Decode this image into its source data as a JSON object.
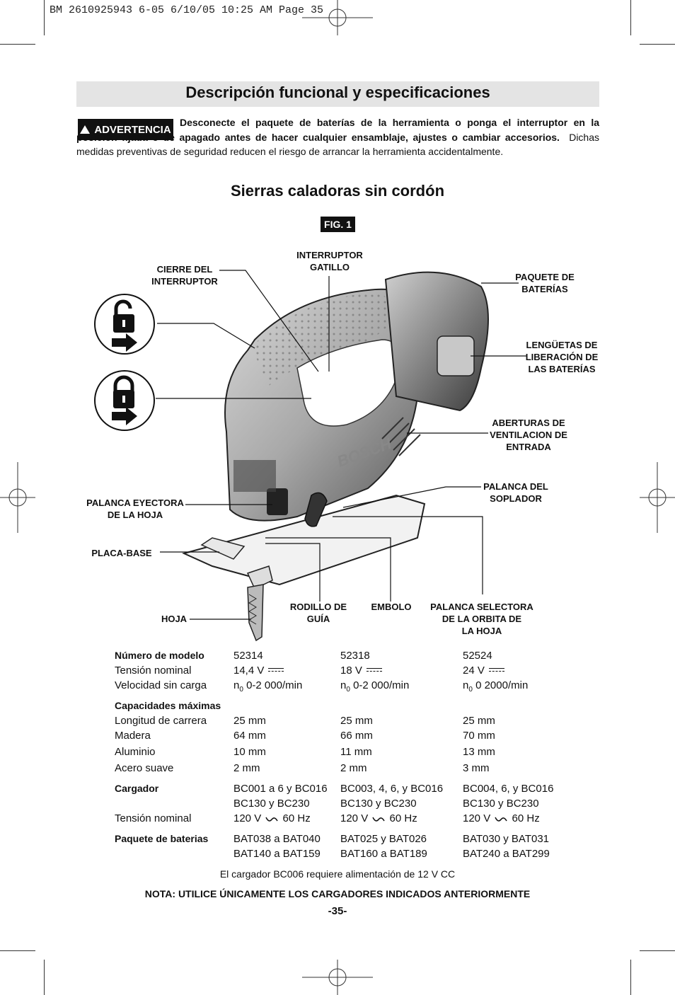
{
  "print_header": "BM 2610925943 6-05  6/10/05  10:25 AM  Page 35",
  "title": "Descripción funcional y especificaciones",
  "warning": {
    "badge": "ADVERTENCIA",
    "bold_text": "Desconecte el paquete de baterías de la herramienta o ponga el interruptor en la posición fijada o de apagado antes de hacer cualquier ensamblaje, ajustes o cambiar accesorios.",
    "text": "Dichas medidas preventivas de seguridad reducen el riesgo de arrancar la herramienta accidentalmente."
  },
  "subtitle": "Sierras caladoras sin cordón",
  "figure": {
    "badge": "FIG. 1",
    "brand": "BOSCH",
    "labels": {
      "cierre_1": "CIERRE DEL",
      "cierre_2": "INTERRUPTOR",
      "interruptor_1": "INTERRUPTOR",
      "interruptor_2": "GATILLO",
      "paquete_1": "PAQUETE DE",
      "paquete_2": "BATERÍAS",
      "lenguetas_1": "LENGÜETAS DE",
      "lenguetas_2": "LIBERACIÓN DE",
      "lenguetas_3": "LAS BATERÍAS",
      "aberturas_1": "ABERTURAS DE",
      "aberturas_2": "VENTILACION DE",
      "aberturas_3": "ENTRADA",
      "palanca_soplador_1": "PALANCA DEL",
      "palanca_soplador_2": "SOPLADOR",
      "palanca_eyectora_1": "PALANCA EYECTORA",
      "palanca_eyectora_2": "DE LA HOJA",
      "placa_base": "PLACA-BASE",
      "hoja": "HOJA",
      "rodillo_1": "RODILLO DE",
      "rodillo_2": "GUÍA",
      "embolo": "EMBOLO",
      "selectora_1": "PALANCA SELECTORA",
      "selectora_2": "DE LA ORBITA DE",
      "selectora_3": "LA HOJA"
    }
  },
  "specs": {
    "rows": [
      {
        "label": "Número de modelo",
        "v1": "52314",
        "v2": "52318",
        "v3": "52524"
      },
      {
        "label": "Tensión nominal",
        "v1": "14,4 V",
        "v2": "18 V",
        "v3": "24 V"
      },
      {
        "label": "Velocidad sin carga",
        "n": "n",
        "sub": "0",
        "v1": "0-2 000/min",
        "v2": "0-2 000/min",
        "v3": "0 2000/min"
      },
      {
        "label": "Capacidades máximas"
      },
      {
        "label": "Longitud de carrera",
        "v1": "25 mm",
        "v2": "25 mm",
        "v3": "25 mm"
      },
      {
        "label": "Madera",
        "v1": "64 mm",
        "v2": "66 mm",
        "v3": "70 mm"
      },
      {
        "label": "Aluminio",
        "v1": "10 mm",
        "v2": "11 mm",
        "v3": "13 mm"
      },
      {
        "label": "Acero suave",
        "v1": "2 mm",
        "v2": "2 mm",
        "v3": "3 mm"
      },
      {
        "label": "Cargador",
        "v1": "BC001 a 6 y BC016",
        "v2": "BC003, 4, 6, y BC016",
        "v3": "BC004, 6, y BC016"
      },
      {
        "v1": "BC130 y BC230",
        "v2": "BC130 y BC230",
        "v3": "BC130 y BC230"
      },
      {
        "label": "Tensión nominal",
        "v_pre": "120 V",
        "v_post": "60 Hz"
      },
      {
        "label": "Paquete de baterias",
        "v1": "BAT038 a BAT040",
        "v2": "BAT025 y BAT026",
        "v3": "BAT030 y BAT031"
      },
      {
        "v1": "BAT140 a BAT159",
        "v2": "BAT160 a BAT189",
        "v3": "BAT240 a BAT299"
      }
    ]
  },
  "charger_note": "El cargador BC006 requiere alimentación de 12 V CC",
  "nota": "NOTA: UTILICE ÚNICAMENTE LOS CARGADORES INDICADOS ANTERIORMENTE",
  "page_number": "-35-"
}
